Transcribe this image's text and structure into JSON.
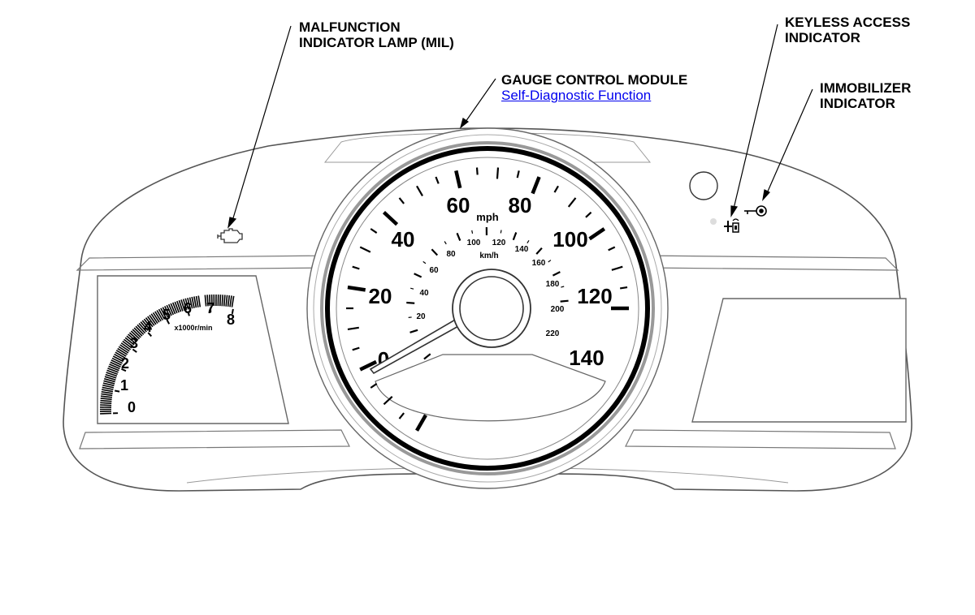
{
  "callouts": {
    "mil": {
      "line1": "MALFUNCTION",
      "line2": "INDICATOR LAMP (MIL)"
    },
    "gauge_module": {
      "title": "GAUGE CONTROL MODULE",
      "link": "Self-Diagnostic Function"
    },
    "keyless": {
      "line1": "KEYLESS ACCESS",
      "line2": "INDICATOR"
    },
    "immobilizer": {
      "line1": "IMMOBILIZER",
      "line2": "INDICATOR"
    }
  },
  "speedometer": {
    "mph_unit": "mph",
    "kmh_unit": "km/h",
    "mph_labels": [
      "0",
      "20",
      "40",
      "60",
      "80",
      "100",
      "120",
      "140"
    ],
    "mph_max": 140,
    "kmh_labels": [
      "20",
      "40",
      "60",
      "80",
      "100",
      "120",
      "140",
      "160",
      "180",
      "200",
      "220"
    ],
    "kmh_max": 225
  },
  "tachometer": {
    "labels": [
      "0",
      "1",
      "2",
      "3",
      "4",
      "5",
      "6",
      "7",
      "8"
    ],
    "unit": "x1000r/min"
  },
  "icons": {
    "mil": "engine-check-icon",
    "keyless": "keyless-access-icon",
    "immobilizer": "key-icon"
  }
}
